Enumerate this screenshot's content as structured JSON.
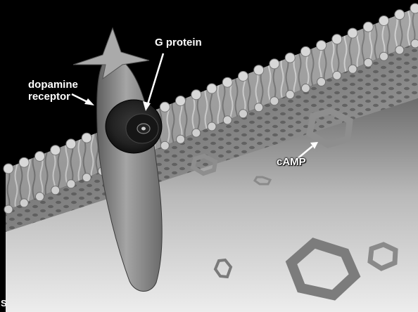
{
  "labels": {
    "dopamine_receptor_line1": "dopamine",
    "dopamine_receptor_line2": "receptor",
    "g_protein": "G protein",
    "camp": "cAMP"
  },
  "corner_mark": "S",
  "colors": {
    "background_dark": "#000000",
    "membrane_gray": "#9a9a9a",
    "receptor_gray": "#8c8c8c",
    "g_protein_dark": "#2a2a2a",
    "camp_ring": "#888888",
    "label_text": "#ffffff"
  }
}
